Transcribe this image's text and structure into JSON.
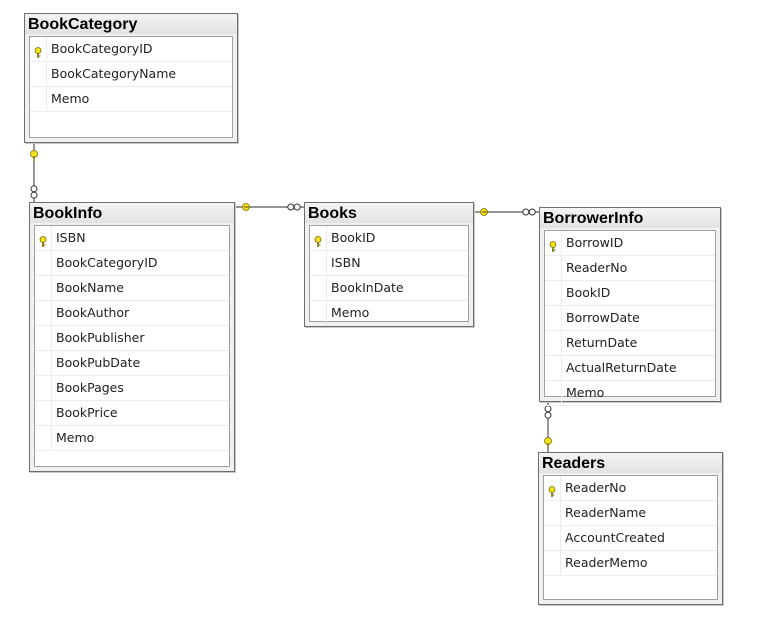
{
  "diagram": {
    "tables": [
      {
        "id": "BookCategory",
        "name": "BookCategory",
        "columns": [
          {
            "name": "BookCategoryID",
            "primary_key": true
          },
          {
            "name": "BookCategoryName",
            "primary_key": false
          },
          {
            "name": "Memo",
            "primary_key": false
          }
        ]
      },
      {
        "id": "BookInfo",
        "name": "BookInfo",
        "columns": [
          {
            "name": "ISBN",
            "primary_key": true
          },
          {
            "name": "BookCategoryID",
            "primary_key": false
          },
          {
            "name": "BookName",
            "primary_key": false
          },
          {
            "name": "BookAuthor",
            "primary_key": false
          },
          {
            "name": "BookPublisher",
            "primary_key": false
          },
          {
            "name": "BookPubDate",
            "primary_key": false
          },
          {
            "name": "BookPages",
            "primary_key": false
          },
          {
            "name": "BookPrice",
            "primary_key": false
          },
          {
            "name": "Memo",
            "primary_key": false
          }
        ]
      },
      {
        "id": "Books",
        "name": "Books",
        "columns": [
          {
            "name": "BookID",
            "primary_key": true
          },
          {
            "name": "ISBN",
            "primary_key": false
          },
          {
            "name": "BookInDate",
            "primary_key": false
          },
          {
            "name": "Memo",
            "primary_key": false
          }
        ]
      },
      {
        "id": "BorrowerInfo",
        "name": "BorrowerInfo",
        "columns": [
          {
            "name": "BorrowID",
            "primary_key": true
          },
          {
            "name": "ReaderNo",
            "primary_key": false
          },
          {
            "name": "BookID",
            "primary_key": false
          },
          {
            "name": "BorrowDate",
            "primary_key": false
          },
          {
            "name": "ReturnDate",
            "primary_key": false
          },
          {
            "name": "ActualReturnDate",
            "primary_key": false
          },
          {
            "name": "Memo",
            "primary_key": false
          }
        ]
      },
      {
        "id": "Readers",
        "name": "Readers",
        "columns": [
          {
            "name": "ReaderNo",
            "primary_key": true
          },
          {
            "name": "ReaderName",
            "primary_key": false
          },
          {
            "name": "AccountCreated",
            "primary_key": false
          },
          {
            "name": "ReaderMemo",
            "primary_key": false
          }
        ]
      }
    ],
    "relationships": [
      {
        "one": "BookCategory",
        "many": "BookInfo"
      },
      {
        "one": "BookInfo",
        "many": "Books"
      },
      {
        "one": "Books",
        "many": "BorrowerInfo"
      },
      {
        "one": "Readers",
        "many": "BorrowerInfo"
      }
    ],
    "colors": {
      "key_fill": "#f2e21c",
      "key_stroke": "#7a6a00",
      "line": "#555555",
      "table_border": "#6e6e6e"
    }
  }
}
